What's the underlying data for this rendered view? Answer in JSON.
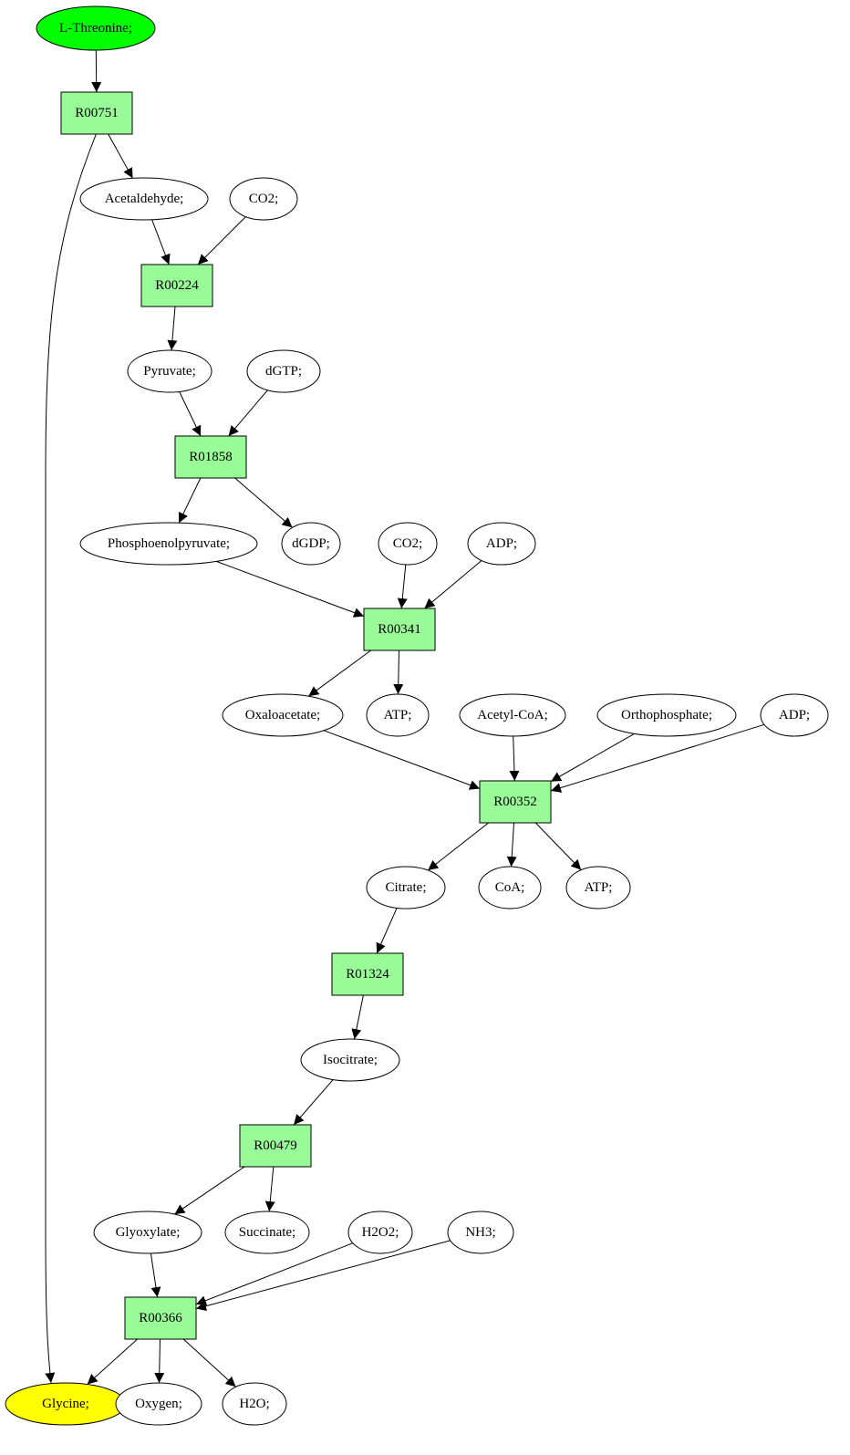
{
  "colors": {
    "start_fill": "#00ff00",
    "end_fill": "#ffff00",
    "reaction_fill": "#98fb98",
    "compound_fill": "#ffffff",
    "stroke": "#000000"
  },
  "nodes": [
    {
      "id": "L-Threonine",
      "label": "L-Threonine;",
      "kind": "start"
    },
    {
      "id": "R00751",
      "label": "R00751",
      "kind": "reaction"
    },
    {
      "id": "Acetaldehyde",
      "label": "Acetaldehyde;",
      "kind": "compound"
    },
    {
      "id": "CO2_1",
      "label": "CO2;",
      "kind": "compound"
    },
    {
      "id": "R00224",
      "label": "R00224",
      "kind": "reaction"
    },
    {
      "id": "Pyruvate",
      "label": "Pyruvate;",
      "kind": "compound"
    },
    {
      "id": "dGTP",
      "label": "dGTP;",
      "kind": "compound"
    },
    {
      "id": "R01858",
      "label": "R01858",
      "kind": "reaction"
    },
    {
      "id": "PEP",
      "label": "Phosphoenolpyruvate;",
      "kind": "compound"
    },
    {
      "id": "dGDP",
      "label": "dGDP;",
      "kind": "compound"
    },
    {
      "id": "CO2_2",
      "label": "CO2;",
      "kind": "compound"
    },
    {
      "id": "ADP_1",
      "label": "ADP;",
      "kind": "compound"
    },
    {
      "id": "R00341",
      "label": "R00341",
      "kind": "reaction"
    },
    {
      "id": "Oxaloacetate",
      "label": "Oxaloacetate;",
      "kind": "compound"
    },
    {
      "id": "ATP_1",
      "label": "ATP;",
      "kind": "compound"
    },
    {
      "id": "AcetylCoA",
      "label": "Acetyl-CoA;",
      "kind": "compound"
    },
    {
      "id": "Orthophosphate",
      "label": "Orthophosphate;",
      "kind": "compound"
    },
    {
      "id": "ADP_2",
      "label": "ADP;",
      "kind": "compound"
    },
    {
      "id": "R00352",
      "label": "R00352",
      "kind": "reaction"
    },
    {
      "id": "Citrate",
      "label": "Citrate;",
      "kind": "compound"
    },
    {
      "id": "CoA",
      "label": "CoA;",
      "kind": "compound"
    },
    {
      "id": "ATP_2",
      "label": "ATP;",
      "kind": "compound"
    },
    {
      "id": "R01324",
      "label": "R01324",
      "kind": "reaction"
    },
    {
      "id": "Isocitrate",
      "label": "Isocitrate;",
      "kind": "compound"
    },
    {
      "id": "R00479",
      "label": "R00479",
      "kind": "reaction"
    },
    {
      "id": "Glyoxylate",
      "label": "Glyoxylate;",
      "kind": "compound"
    },
    {
      "id": "Succinate",
      "label": "Succinate;",
      "kind": "compound"
    },
    {
      "id": "H2O2",
      "label": "H2O2;",
      "kind": "compound"
    },
    {
      "id": "NH3",
      "label": "NH3;",
      "kind": "compound"
    },
    {
      "id": "R00366",
      "label": "R00366",
      "kind": "reaction"
    },
    {
      "id": "Glycine",
      "label": "Glycine;",
      "kind": "end"
    },
    {
      "id": "Oxygen",
      "label": "Oxygen;",
      "kind": "compound"
    },
    {
      "id": "H2O",
      "label": "H2O;",
      "kind": "compound"
    }
  ],
  "edges": [
    {
      "from": "L-Threonine",
      "to": "R00751"
    },
    {
      "from": "R00751",
      "to": "Acetaldehyde"
    },
    {
      "from": "R00751",
      "to": "Glycine"
    },
    {
      "from": "Acetaldehyde",
      "to": "R00224"
    },
    {
      "from": "CO2_1",
      "to": "R00224"
    },
    {
      "from": "R00224",
      "to": "Pyruvate"
    },
    {
      "from": "Pyruvate",
      "to": "R01858"
    },
    {
      "from": "dGTP",
      "to": "R01858"
    },
    {
      "from": "R01858",
      "to": "PEP"
    },
    {
      "from": "R01858",
      "to": "dGDP"
    },
    {
      "from": "PEP",
      "to": "R00341"
    },
    {
      "from": "CO2_2",
      "to": "R00341"
    },
    {
      "from": "ADP_1",
      "to": "R00341"
    },
    {
      "from": "R00341",
      "to": "Oxaloacetate"
    },
    {
      "from": "R00341",
      "to": "ATP_1"
    },
    {
      "from": "Oxaloacetate",
      "to": "R00352"
    },
    {
      "from": "AcetylCoA",
      "to": "R00352"
    },
    {
      "from": "Orthophosphate",
      "to": "R00352"
    },
    {
      "from": "ADP_2",
      "to": "R00352"
    },
    {
      "from": "R00352",
      "to": "Citrate"
    },
    {
      "from": "R00352",
      "to": "CoA"
    },
    {
      "from": "R00352",
      "to": "ATP_2"
    },
    {
      "from": "Citrate",
      "to": "R01324"
    },
    {
      "from": "R01324",
      "to": "Isocitrate"
    },
    {
      "from": "Isocitrate",
      "to": "R00479"
    },
    {
      "from": "R00479",
      "to": "Glyoxylate"
    },
    {
      "from": "R00479",
      "to": "Succinate"
    },
    {
      "from": "Glyoxylate",
      "to": "R00366"
    },
    {
      "from": "H2O2",
      "to": "R00366"
    },
    {
      "from": "NH3",
      "to": "R00366"
    },
    {
      "from": "R00366",
      "to": "Glycine"
    },
    {
      "from": "R00366",
      "to": "Oxygen"
    },
    {
      "from": "R00366",
      "to": "H2O"
    }
  ]
}
